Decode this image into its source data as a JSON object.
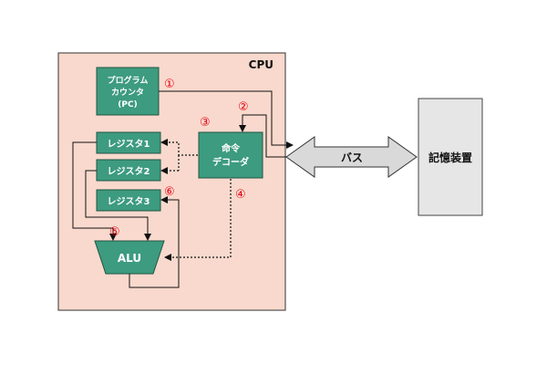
{
  "cpu": {
    "label": "CPU",
    "colors": {
      "fill": "#f9d9cd",
      "stroke": "#333333"
    }
  },
  "components": {
    "program_counter": {
      "lines": [
        "プログラム",
        "カウンタ",
        "(PC)"
      ]
    },
    "instruction_decoder": {
      "lines": [
        "命令",
        "デコーダ"
      ]
    },
    "register_1": {
      "label": "レジスタ1"
    },
    "register_2": {
      "label": "レジスタ2"
    },
    "register_3": {
      "label": "レジスタ3"
    },
    "alu": {
      "label": "ALU"
    },
    "bus": {
      "label": "バス"
    },
    "memory": {
      "label": "記憶装置"
    }
  },
  "steps": [
    "①",
    "②",
    "③",
    "④",
    "⑤",
    "⑥"
  ],
  "colors": {
    "component_fill": "#3d9b7f",
    "component_stroke": "#225544",
    "bus_fill": "#d9d9d9",
    "memory_fill": "#e6e6e6",
    "step_number": "#e60012",
    "line": "#111111"
  }
}
